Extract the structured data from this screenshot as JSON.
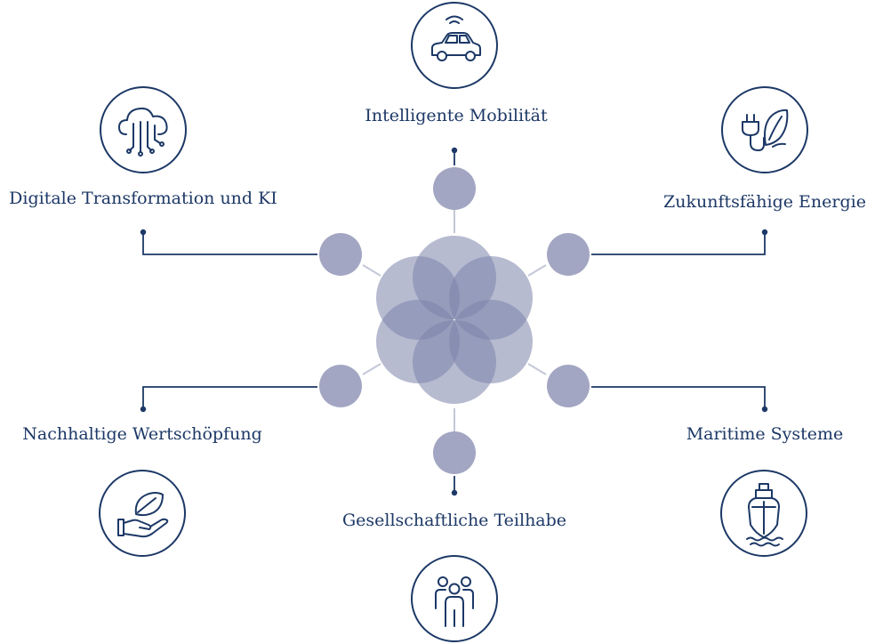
{
  "colors": {
    "navy": "#1c3866",
    "node_fill": "#a2a6c2",
    "petal_fill": "#7c84aa",
    "connector": "#c4c7d8"
  },
  "center": {
    "name": "flower-of-life-center"
  },
  "topics": [
    {
      "id": "mobility",
      "label": "Intelligente Mobilität",
      "icon": "connected-car-icon"
    },
    {
      "id": "energy",
      "label": "Zukunftsfähige Energie",
      "icon": "plug-leaf-icon"
    },
    {
      "id": "maritime",
      "label": "Maritime Systeme",
      "icon": "ship-waves-icon"
    },
    {
      "id": "participation",
      "label": "Gesellschaftliche Teilhabe",
      "icon": "people-group-icon"
    },
    {
      "id": "value",
      "label": "Nachhaltige Wertschöpfung",
      "icon": "hand-leaf-icon"
    },
    {
      "id": "digital",
      "label": "Digitale Transformation und KI",
      "icon": "cloud-circuit-icon"
    }
  ]
}
